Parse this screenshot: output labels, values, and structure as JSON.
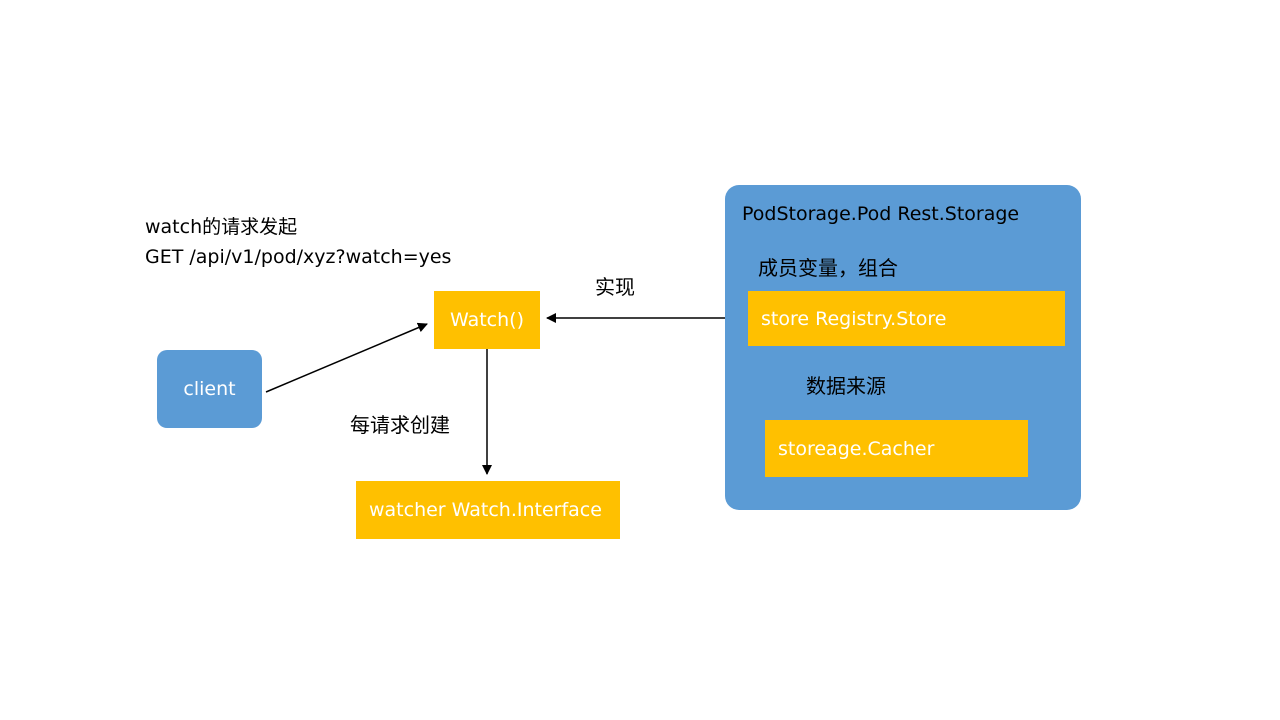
{
  "colors": {
    "blue": "#5B9BD5",
    "orange": "#FFC000",
    "text_light": "#FFFFFF",
    "text_dark": "#000000"
  },
  "annotation": {
    "line1": "watch的请求发起",
    "line2": "GET /api/v1/pod/xyz?watch=yes"
  },
  "nodes": {
    "client": "client",
    "watch_fn": "Watch()",
    "watcher_interface": "watcher Watch.Interface",
    "panel_title": "PodStorage.Pod Rest.Storage",
    "store_registry": "store Registry.Store",
    "storage_cacher": "storeage.Cacher"
  },
  "edge_labels": {
    "implements": "实现",
    "per_request_create": "每请求创建",
    "member_composition": "成员变量，组合",
    "data_source": "数据来源"
  }
}
